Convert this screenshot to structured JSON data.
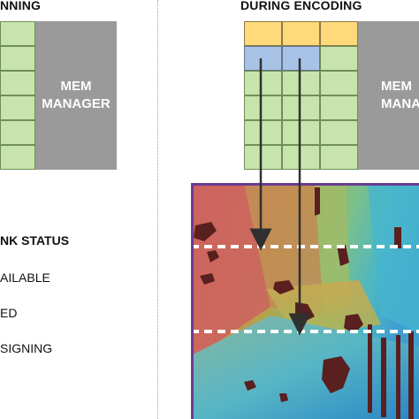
{
  "left_panel": {
    "heading": "NNING",
    "mem_manager": [
      "MEM",
      "MANAGER"
    ],
    "legend": {
      "title": "NK STATUS",
      "items": [
        {
          "label": "AILABLE"
        },
        {
          "label": "ED"
        },
        {
          "label": "SIGNING"
        }
      ]
    }
  },
  "right_panel": {
    "heading": "DURING ENCODING",
    "mem_manager": [
      "MEM",
      "MANAG"
    ]
  },
  "colors": {
    "available": "#c7e4ad",
    "used": "#ffd97a",
    "assigning": "#a9c3e6",
    "mem_manager": "#9a9a9a",
    "frame_border": "#6a3a93"
  }
}
